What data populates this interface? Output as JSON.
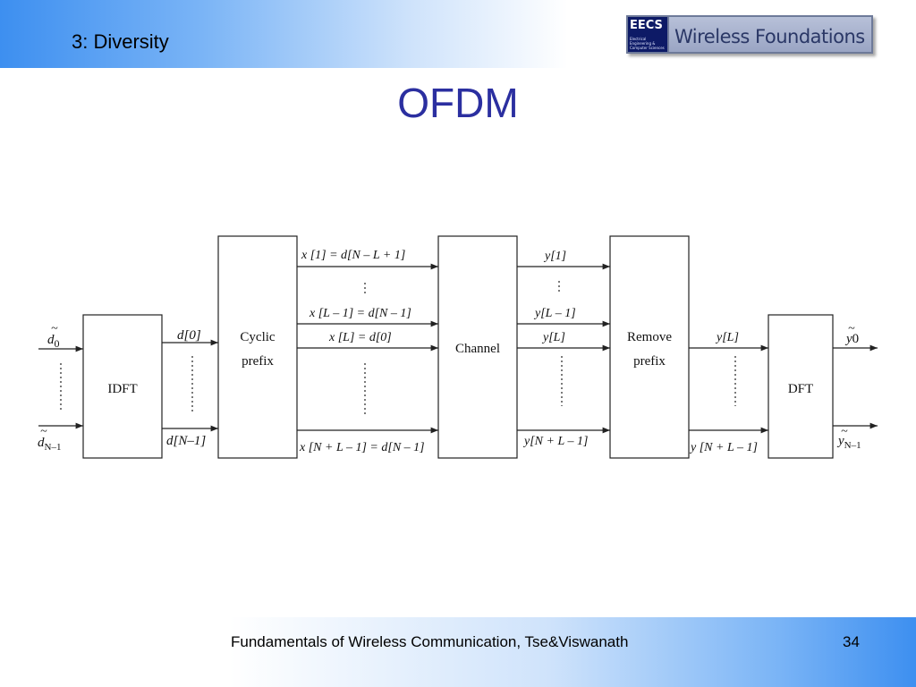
{
  "header": {
    "section": "3: Diversity",
    "logo": {
      "eecs": "EECS",
      "eecs_sub": "Electrical Engineering & Computer Sciences",
      "wordmark": "Wireless Foundations"
    }
  },
  "title": "OFDM",
  "diagram": {
    "blocks": {
      "idft": "IDFT",
      "cyclic_line1": "Cyclic",
      "cyclic_line2": "prefix",
      "channel": "Channel",
      "remove_line1": "Remove",
      "remove_line2": "prefix",
      "dft": "DFT"
    },
    "labels": {
      "in_top_sym": "d",
      "in_top_sub": "0",
      "in_bot_sym": "d",
      "in_bot_sub": "N–1",
      "idft_out_top": "d[0]",
      "idft_out_bot": "d[N–1]",
      "cp_out_1": "x [1] = d[N – L + 1]",
      "cp_out_2": "x [L – 1] = d[N – 1]",
      "cp_out_3": "x [L] = d[0]",
      "cp_out_4": "x [N + L – 1] = d[N – 1]",
      "ch_out_1": "y[1]",
      "ch_out_2": "y[L – 1]",
      "ch_out_3": "y[L]",
      "ch_out_4": "y[N + L – 1]",
      "rp_out_top": "y[L]",
      "rp_out_bot": "y [N + L – 1]",
      "out_top_sym": "y",
      "out_top_sub": "0",
      "out_bot_sym": "y",
      "out_bot_sub": "N–1",
      "tilde": "~"
    }
  },
  "footer": {
    "citation": "Fundamentals of Wireless Communication, Tse&Viswanath",
    "page": "34"
  }
}
